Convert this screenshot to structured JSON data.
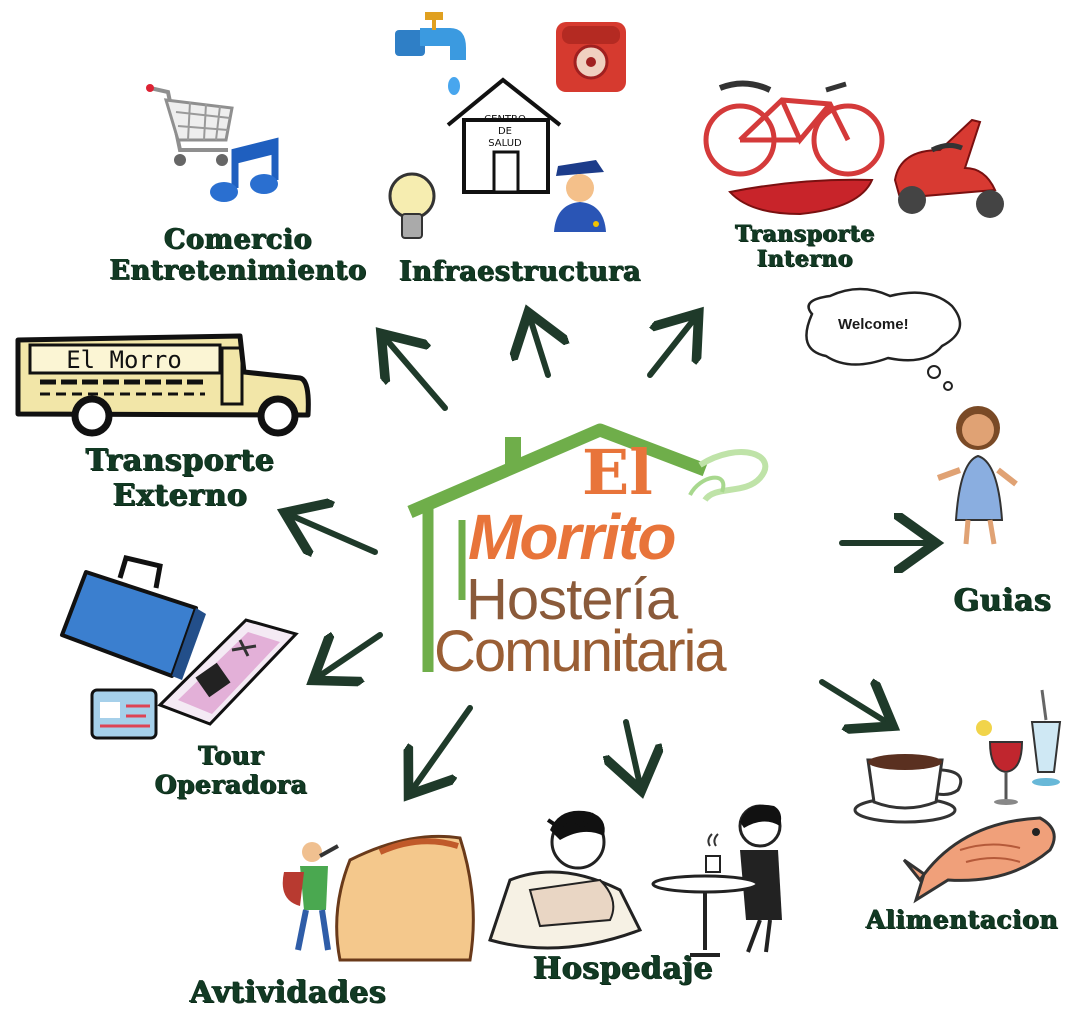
{
  "center": {
    "line1": "El",
    "line2": "Morrito",
    "line3": "Hostería",
    "line4": "Comunitaria"
  },
  "nodes": {
    "comercio": [
      "Comercio",
      "Entretenimiento"
    ],
    "infraestructura": [
      "Infraestructura"
    ],
    "transporte_interno": [
      "Transporte",
      "Interno"
    ],
    "transporte_externo": [
      "Transporte",
      "Externo"
    ],
    "guias": [
      "Guias"
    ],
    "tour": [
      "Tour",
      "Operadora"
    ],
    "alimentacion": [
      "Alimentacion"
    ],
    "hospedaje": [
      "Hospedaje"
    ],
    "actividades": [
      "Avtividades"
    ]
  },
  "illustrations": {
    "bus_sign": "El Morro",
    "speech_bubble": "Welcome!",
    "health_center_sign": [
      "CENTRO",
      "DE",
      "SALUD"
    ]
  },
  "colors": {
    "label": "#123a24",
    "arrow": "#1f3a2a",
    "logo_orange": "#e8743a",
    "logo_brown": "#8a5a3a",
    "roof_green": "#6fae4a"
  }
}
